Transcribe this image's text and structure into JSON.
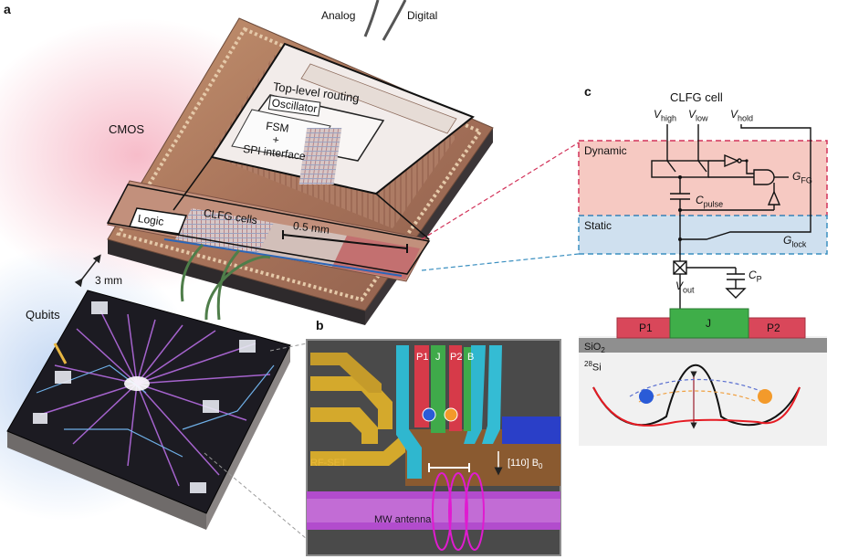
{
  "panels": {
    "a": "a",
    "b": "b",
    "c": "c"
  },
  "panel_a": {
    "cmos_label": "CMOS",
    "qubits_label": "Qubits",
    "scale_3mm": "3 mm",
    "analog_label": "Analog",
    "digital_label": "Digital",
    "top_level_routing": "Top-level routing",
    "oscillator": "Oscillator",
    "fsm_line1": "FSM",
    "fsm_line2": "+",
    "fsm_line3": "SPI interface",
    "logic": "Logic",
    "clfg_cells": "CLFG cells",
    "scale_05mm": "0.5 mm"
  },
  "panel_b": {
    "gates": [
      "P1",
      "J",
      "P2",
      "B"
    ],
    "rf_set": "RF-SET",
    "field_label": "[110] B",
    "field_sub": "0",
    "mw_antenna": "MW antenna"
  },
  "panel_c": {
    "title": "CLFG cell",
    "v_high": "V",
    "v_high_sub": "high",
    "v_low": "V",
    "v_low_sub": "low",
    "v_hold": "V",
    "v_hold_sub": "hold",
    "dynamic": "Dynamic",
    "static": "Static",
    "g_fg": "G",
    "g_fg_sub": "FG",
    "c_pulse": "C",
    "c_pulse_sub": "pulse",
    "g_lock": "G",
    "g_lock_sub": "lock",
    "c_p": "C",
    "c_p_sub": "P",
    "v_out": "V",
    "v_out_sub": "out",
    "gates": [
      "P1",
      "J",
      "P2"
    ],
    "sio2": "SiO",
    "sio2_sub": "2",
    "si_sup": "28",
    "si": "Si"
  },
  "colors": {
    "cmos_pink": "#f3b8c6",
    "dynamic_fill": "#f6c9c2",
    "dynamic_border": "#d2335a",
    "static_fill": "#cfe0ef",
    "static_border": "#3a8fc0",
    "p_gate": "#d9475a",
    "j_gate": "#3fae49",
    "spin_blue": "#2a5bd7",
    "spin_orange": "#f39a2b"
  }
}
